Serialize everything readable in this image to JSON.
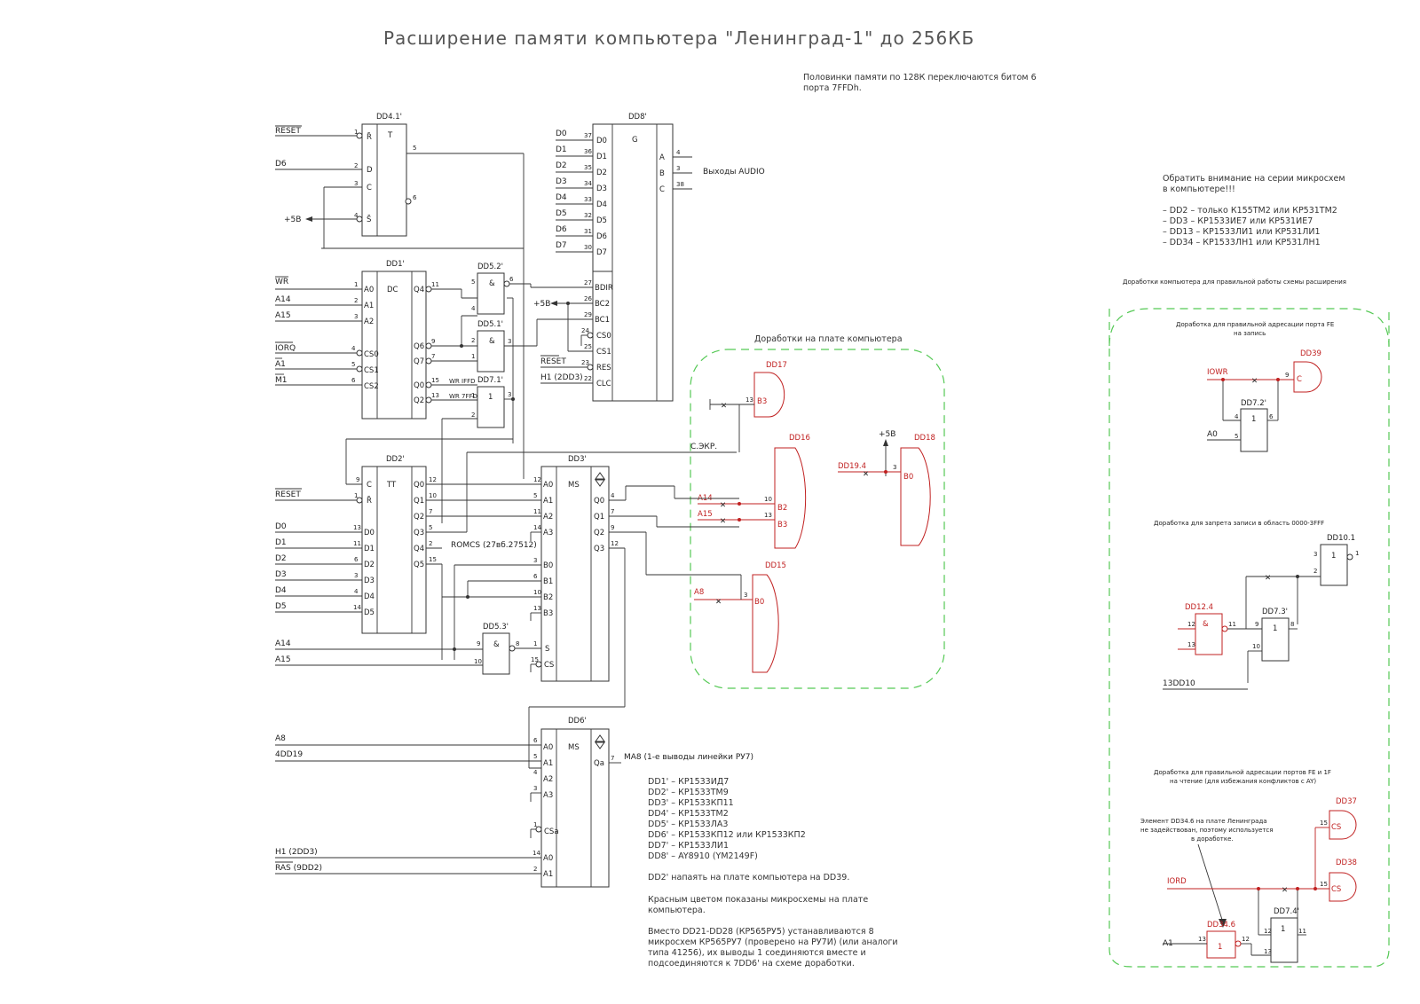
{
  "title": "Расширение памяти компьютера \"Ленинград-1\" до 256КБ",
  "note_top": [
    "Половинки памяти по 128К переключаются битом 6",
    "порта 7FFDh."
  ],
  "warning": {
    "lines": [
      "Обратить внимание на серии микросхем",
      "в компьютере!!!"
    ],
    "items": [
      "– DD2 – только К155ТМ2 или КР531ТМ2",
      "– DD3 – КР1533ИЕ7 или КР531ИЕ7",
      "– DD13 – КР1533ЛИ1 или КР531ЛИ1",
      "– DD34 – КР1533ЛН1 или КР531ЛН1"
    ]
  },
  "right_panel_title": "Доработки компьютера для правильной работы схемы расширения",
  "board_mods_title": "Доработки на плате компьютера",
  "fix_fe_write": [
    "Доработка для правильной адресации порта FE",
    "на запись"
  ],
  "fix_write_protect": "Доработка для запрета записи в область 0000-3FFF",
  "fix_read_ports": [
    "Доработка для правильной адресации портов FE и 1F",
    "на чтение (для избежания конфликтов с AY)"
  ],
  "dd34_note": [
    "Элемент DD34.6 на плате Ленинграда",
    "не задействован, поэтому используется",
    "в доработке."
  ],
  "audio_label": "Выходы AUDIO",
  "romcs_label": "ROMCS (27вб.27512)",
  "ma8_label": "MA8 (1-е выводы линейки РУ7)",
  "c3kp": "С.ЭКР.",
  "parts_list": [
    "DD1' – КР1533ИД7",
    "DD2' – КР1533ТМ9",
    "DD3' – КР1533КП11",
    "DD4' – КР1533ТМ2",
    "DD5' – КР1533ЛА3",
    "DD6' – КР1533КП12 или КР1533КП2",
    "DD7' – КР1533ЛИ1",
    "DD8' – AY8910 (YM2149F)"
  ],
  "note_dd2": "DD2' напаять на плате компьютера на DD39.",
  "note_red": [
    "Красным цветом показаны микросхемы на плате",
    "компьютера."
  ],
  "note_ram": [
    "Вместо DD21-DD28 (КР565РУ5) устанавливаются 8",
    "микросхем КР565РУ7 (проверено на РУ7И) (или аналоги",
    "типа 41256), их выводы 1 соединяются вместе и",
    "подсоединяются к 7DD6' на схеме доработки."
  ],
  "chips": {
    "dd4": "DD4.1'",
    "dd1": "DD1'",
    "dd52": "DD5.2'",
    "dd51": "DD5.1'",
    "dd71": "DD7.1'",
    "dd2": "DD2'",
    "dd3": "DD3'",
    "dd53": "DD5.3'",
    "dd6": "DD6'",
    "dd8": "DD8'",
    "dd17": "DD17",
    "dd16": "DD16",
    "dd18": "DD18",
    "dd15": "DD15",
    "dd39": "DD39",
    "dd72": "DD7.2'",
    "dd101": "DD10.1",
    "dd124": "DD12.4",
    "dd73": "DD7.3'",
    "dd37": "DD37",
    "dd38": "DD38",
    "dd74": "DD7.4'",
    "dd346": "DD34.6"
  },
  "signals": {
    "reset": "RESET",
    "d6": "D6",
    "wr": "WR",
    "a14": "A14",
    "a15": "A15",
    "iorq": "IORQ",
    "a1": "A1",
    "m1": "M1",
    "d0": "D0",
    "d1": "D1",
    "d2": "D2",
    "d3": "D3",
    "d4": "D4",
    "d5": "D5",
    "d7": "D7",
    "a8": "A8",
    "dd19_4": "4DD19",
    "h1": "H1 (2DD3)",
    "ras": "RAS (9DD2)",
    "p5v": "+5В",
    "wr_iffd": "WR IFFD",
    "wr_7ffd": "WR 7FFD",
    "iowr": "IOWR",
    "a0": "A0",
    "iord": "IORD",
    "dd10_13": "13DD10",
    "dd194": "DD19.4"
  }
}
